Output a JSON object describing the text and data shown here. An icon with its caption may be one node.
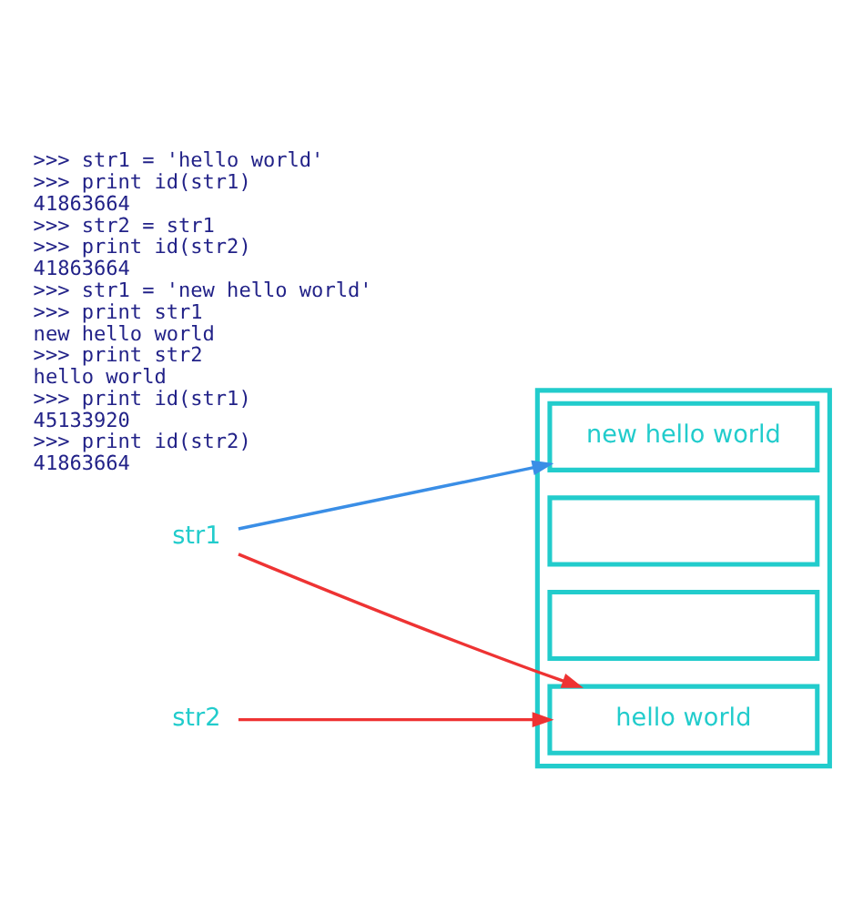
{
  "diagram": {
    "nodes": [
      {
        "text": [
          "str1"
        ]
      },
      {
        "text": [
          "str2"
        ]
      },
      {
        "text": [],
        "shape": "box"
      },
      {
        "text": [
          "hello world"
        ],
        "in": 2
      },
      {
        "text": [],
        "shape": "box",
        "in": 2
      },
      {
        "text": [],
        "shape": "box",
        "in": 2
      },
      {
        "text": [
          "new hello world"
        ],
        "in": 2
      }
    ],
    "edges": [
      {
        "from": 0,
        "to": 3,
        "arrow": "to"
      },
      {
        "from": 1,
        "to": 3,
        "arrow": "to"
      },
      {
        "from": 0,
        "to": 6,
        "arrow": "to",
        "color": "#3a8ee6"
      }
    ],
    "labels": [
      ">>> str1 = 'hello world'",
      ">>> print id(str1)",
      "41863664",
      ">>> str2 = str1",
      ">>> print id(str2)",
      "41863664",
      ">>> str1 = 'new hello world'",
      ">>> print str1",
      "new hello world",
      ">>> print str2",
      "hello world",
      ">>> print id(str1)",
      "45133920",
      ">>> print id(str2)",
      "41863664"
    ]
  }
}
